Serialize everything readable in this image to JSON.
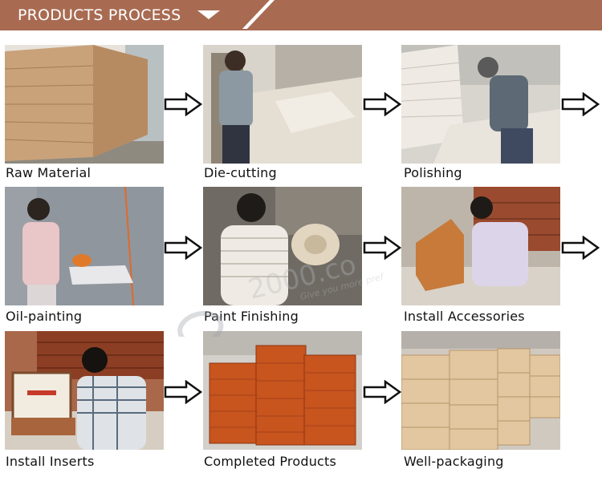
{
  "header": {
    "title": "PRODUCTS PROCESS",
    "bg_color": "#a86b52"
  },
  "steps": [
    {
      "label": "Raw Material"
    },
    {
      "label": "Die-cutting"
    },
    {
      "label": "Polishing"
    },
    {
      "label": "Oil-painting"
    },
    {
      "label": "Paint Finishing"
    },
    {
      "label": "Install Accessories"
    },
    {
      "label": "Install Inserts"
    },
    {
      "label": "Completed Products"
    },
    {
      "label": "Well-packaging"
    }
  ],
  "icons": {
    "arrow": "right-outline-arrow-icon",
    "banner": "down-triangle-icon"
  },
  "watermark": {
    "text": "2000.co",
    "sub": "Give you more pref"
  }
}
